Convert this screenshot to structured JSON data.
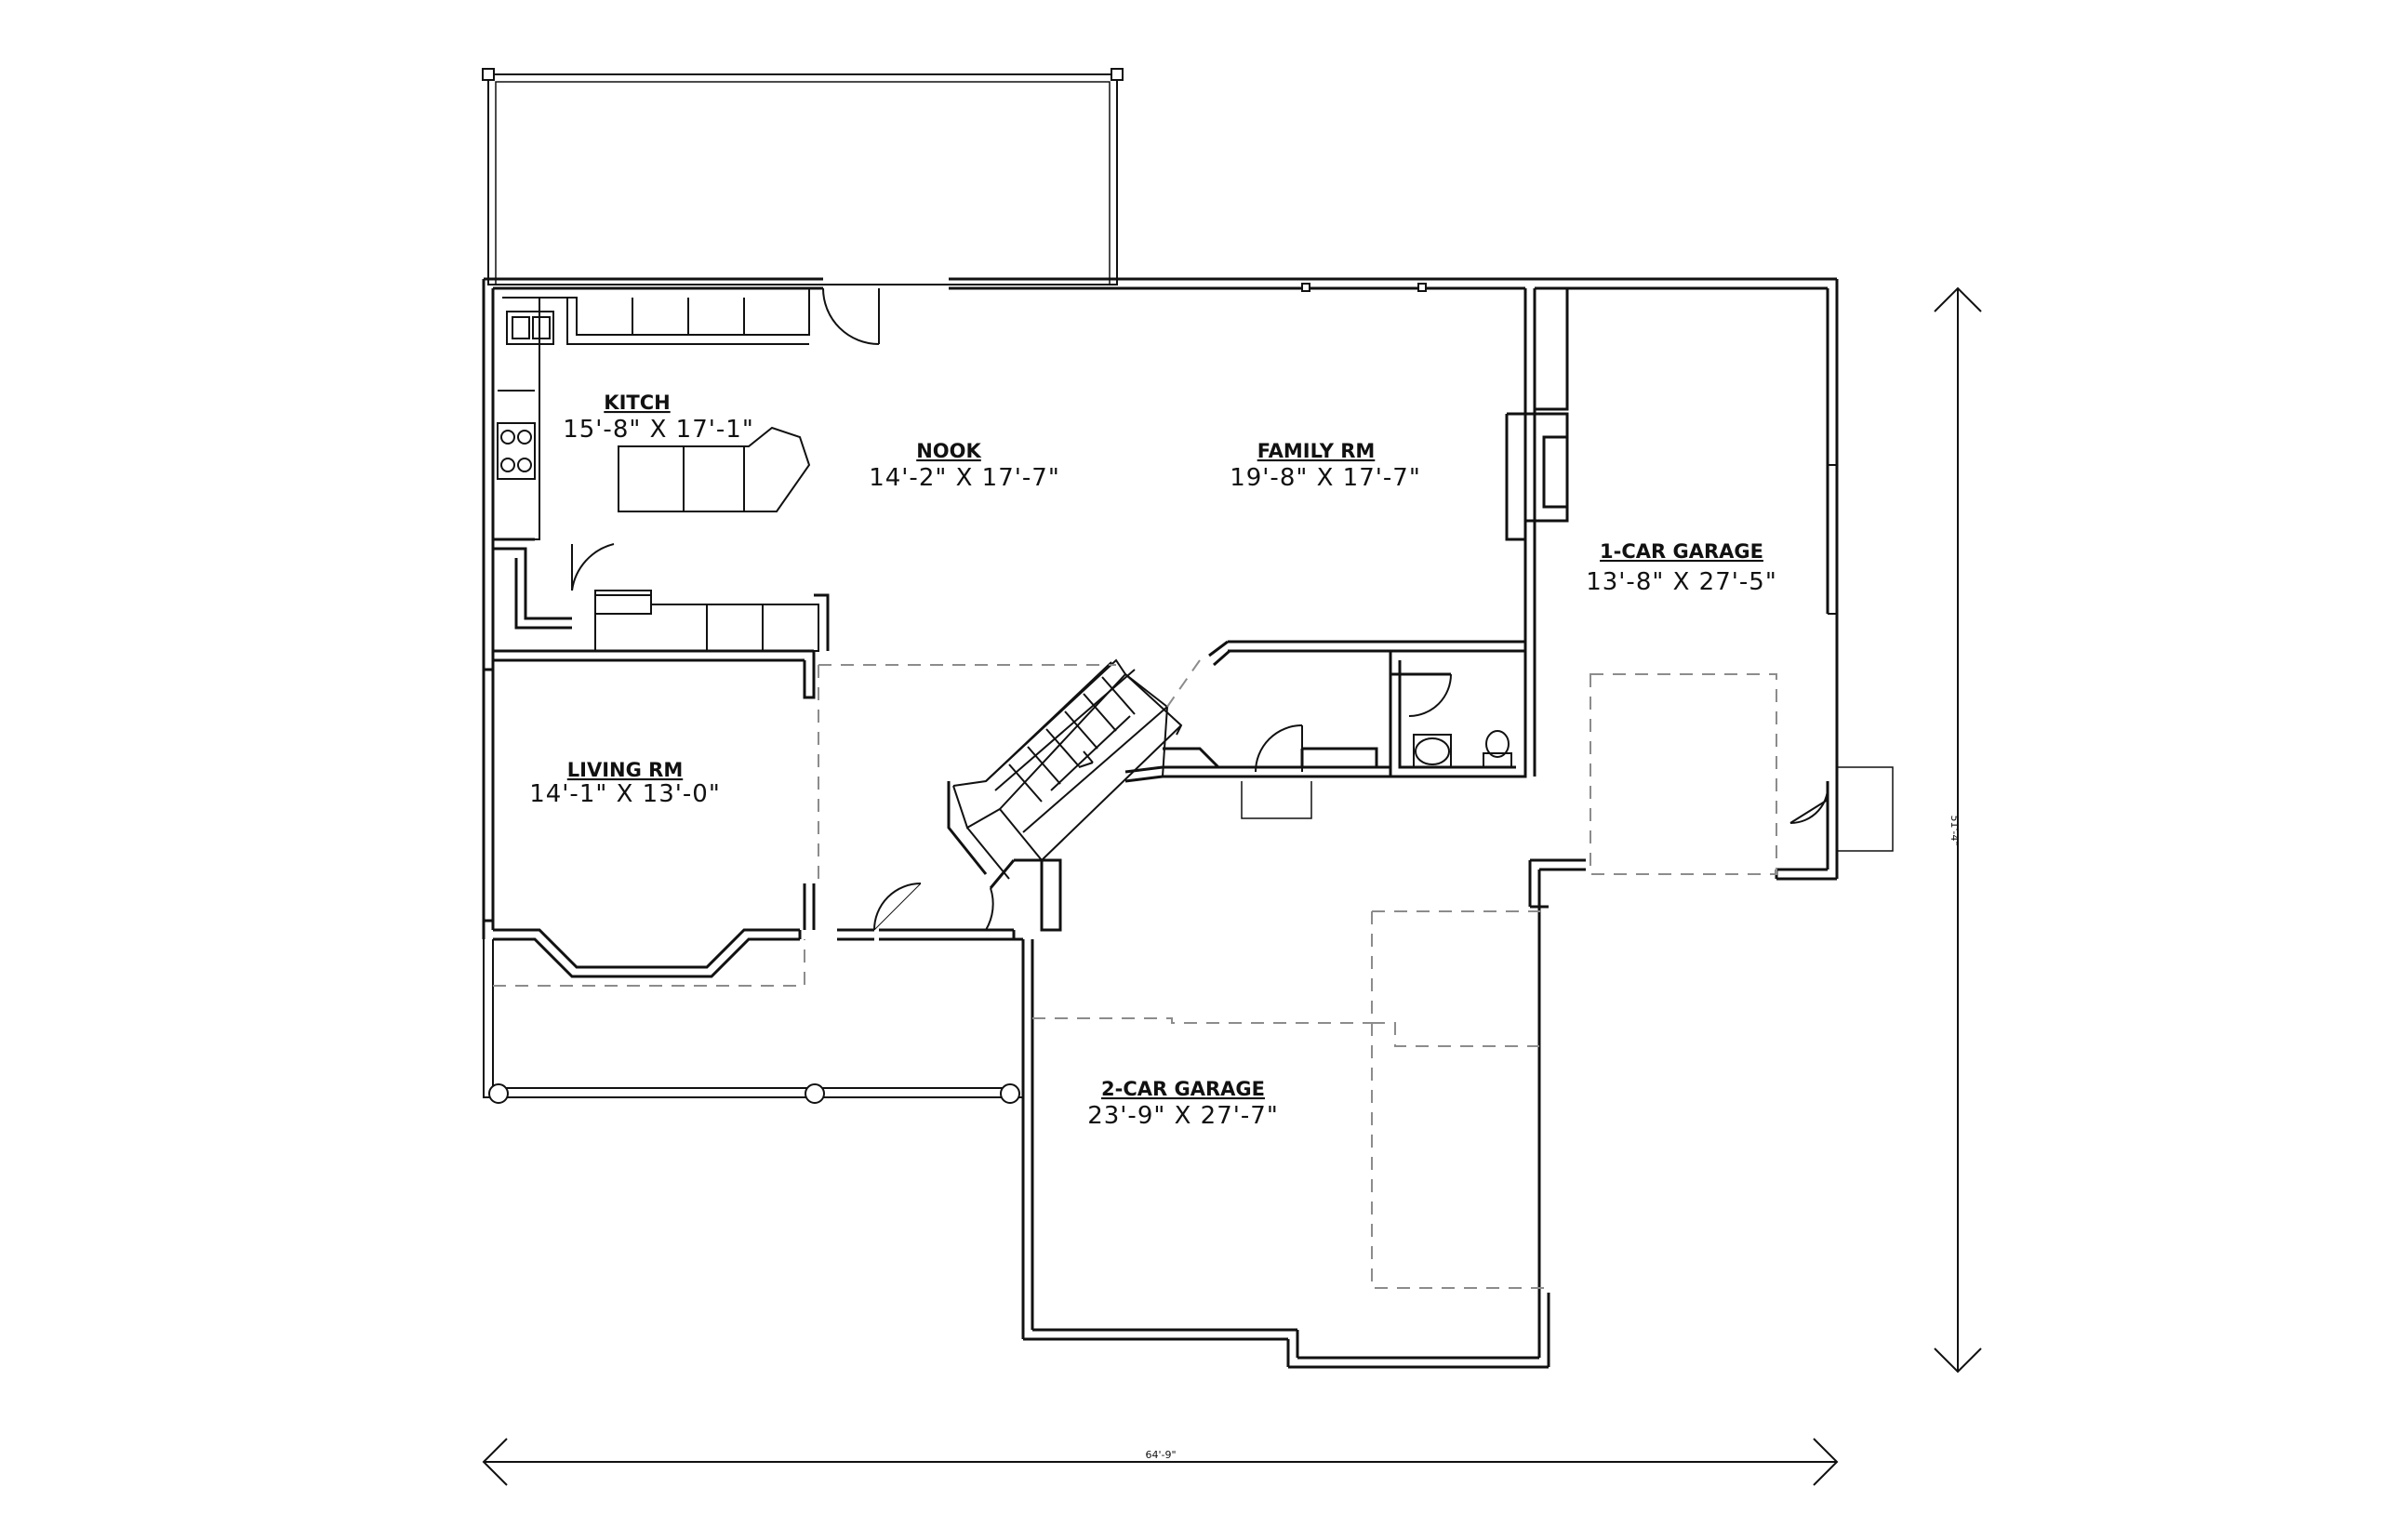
{
  "rooms": {
    "kitchen": {
      "name": "KITCH",
      "dims": "15'-8\" X 17'-1\""
    },
    "nook": {
      "name": "NOOK",
      "dims": "14'-2\" X 17'-7\""
    },
    "family": {
      "name": "FAMILY RM",
      "dims": "19'-8\" X 17'-7\""
    },
    "garage1": {
      "name": "1-CAR GARAGE",
      "dims": "13'-8\" X 27'-5\""
    },
    "living": {
      "name": "LIVING RM",
      "dims": "14'-1\" X 13'-0\""
    },
    "garage2": {
      "name": "2-CAR GARAGE",
      "dims": "23'-9\" X 27'-7\""
    }
  },
  "dimensions": {
    "overall_width": "64'-9\"",
    "overall_depth": "51'-4\""
  },
  "colors": {
    "line": "#111111",
    "dashed": "#8c8c8c",
    "background": "#ffffff"
  }
}
